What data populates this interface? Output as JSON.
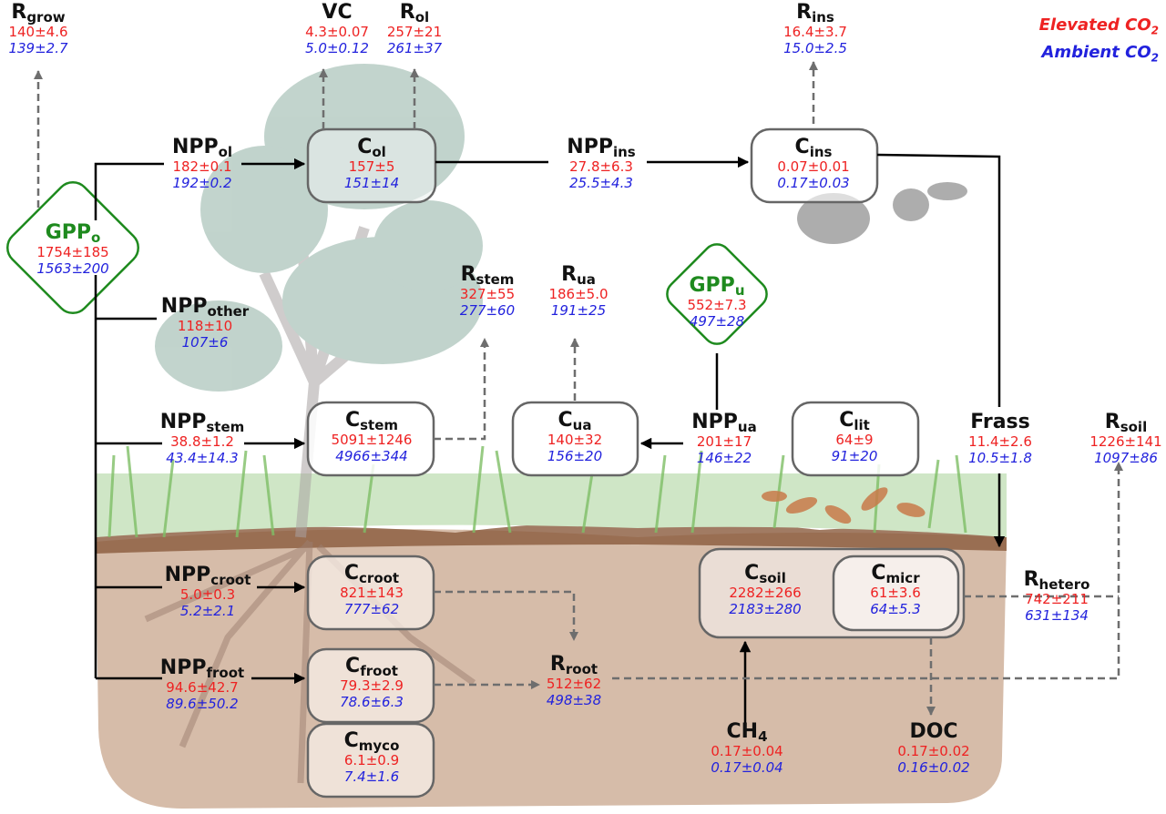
{
  "legend": {
    "elevated": {
      "base": "Elevated CO",
      "sub": "2",
      "color": "#ee2222"
    },
    "ambient": {
      "base": "Ambient CO",
      "sub": "2",
      "color": "#2222dd"
    }
  },
  "nodes": {
    "rgrow": {
      "base": "R",
      "sub": "grow",
      "elevated": "140±4.6",
      "ambient": "139±2.7"
    },
    "vc": {
      "base": "VC",
      "sub": "",
      "elevated": "4.3±0.07",
      "ambient": "5.0±0.12"
    },
    "rol": {
      "base": "R",
      "sub": "ol",
      "elevated": "257±21",
      "ambient": "261±37"
    },
    "rins": {
      "base": "R",
      "sub": "ins",
      "elevated": "16.4±3.7",
      "ambient": "15.0±2.5"
    },
    "gppo": {
      "base": "GPP",
      "sub": "o",
      "elevated": "1754±185",
      "ambient": "1563±200"
    },
    "nppol": {
      "base": "NPP",
      "sub": "ol",
      "elevated": "182±0.1",
      "ambient": "192±0.2"
    },
    "col": {
      "base": "C",
      "sub": "ol",
      "elevated": "157±5",
      "ambient": "151±14"
    },
    "nppins": {
      "base": "NPP",
      "sub": "ins",
      "elevated": "27.8±6.3",
      "ambient": "25.5±4.3"
    },
    "cins": {
      "base": "C",
      "sub": "ins",
      "elevated": "0.07±0.01",
      "ambient": "0.17±0.03"
    },
    "nppother": {
      "base": "NPP",
      "sub": "other",
      "elevated": "118±10",
      "ambient": "107±6"
    },
    "rstem": {
      "base": "R",
      "sub": "stem",
      "elevated": "327±55",
      "ambient": "277±60"
    },
    "rua": {
      "base": "R",
      "sub": "ua",
      "elevated": "186±5.0",
      "ambient": "191±25"
    },
    "gppu": {
      "base": "GPP",
      "sub": "u",
      "elevated": "552±7.3",
      "ambient": "497±28"
    },
    "nppstem": {
      "base": "NPP",
      "sub": "stem",
      "elevated": "38.8±1.2",
      "ambient": "43.4±14.3"
    },
    "cstem": {
      "base": "C",
      "sub": "stem",
      "elevated": "5091±1246",
      "ambient": "4966±344"
    },
    "cua": {
      "base": "C",
      "sub": "ua",
      "elevated": "140±32",
      "ambient": "156±20"
    },
    "nppua": {
      "base": "NPP",
      "sub": "ua",
      "elevated": "201±17",
      "ambient": "146±22"
    },
    "clit": {
      "base": "C",
      "sub": "lit",
      "elevated": "64±9",
      "ambient": "91±20"
    },
    "frass": {
      "base": "Frass",
      "sub": "",
      "elevated": "11.4±2.6",
      "ambient": "10.5±1.8"
    },
    "rsoil": {
      "base": "R",
      "sub": "soil",
      "elevated": "1226±141",
      "ambient": "1097±86"
    },
    "nppcroot": {
      "base": "NPP",
      "sub": "croot",
      "elevated": "5.0±0.3",
      "ambient": "5.2±2.1"
    },
    "ccroot": {
      "base": "C",
      "sub": "croot",
      "elevated": "821±143",
      "ambient": "777±62"
    },
    "rhetero": {
      "base": "R",
      "sub": "hetero",
      "elevated": "742±211",
      "ambient": "631±134"
    },
    "csoil": {
      "base": "C",
      "sub": "soil",
      "elevated": "2282±266",
      "ambient": "2183±280"
    },
    "cmicr": {
      "base": "C",
      "sub": "micr",
      "elevated": "61±3.6",
      "ambient": "64±5.3"
    },
    "nppfroot": {
      "base": "NPP",
      "sub": "froot",
      "elevated": "94.6±42.7",
      "ambient": "89.6±50.2"
    },
    "cfroot": {
      "base": "C",
      "sub": "froot",
      "elevated": "79.3±2.9",
      "ambient": "78.6±6.3"
    },
    "rroot": {
      "base": "R",
      "sub": "root",
      "elevated": "512±62",
      "ambient": "498±38"
    },
    "cmyco": {
      "base": "C",
      "sub": "myco",
      "elevated": "6.1±0.9",
      "ambient": "7.4±1.6"
    },
    "ch4": {
      "base": "CH",
      "sub": "4",
      "elevated": "0.17±0.04",
      "ambient": "0.17±0.04"
    },
    "doc": {
      "base": "DOC",
      "sub": "",
      "elevated": "0.17±0.02",
      "ambient": "0.16±0.02"
    }
  },
  "colors": {
    "elevated": "#ee2222",
    "ambient": "#2222dd",
    "gpp": "#1e8a1e",
    "soil": "#d6bca9",
    "grass": "#8cc47a"
  }
}
